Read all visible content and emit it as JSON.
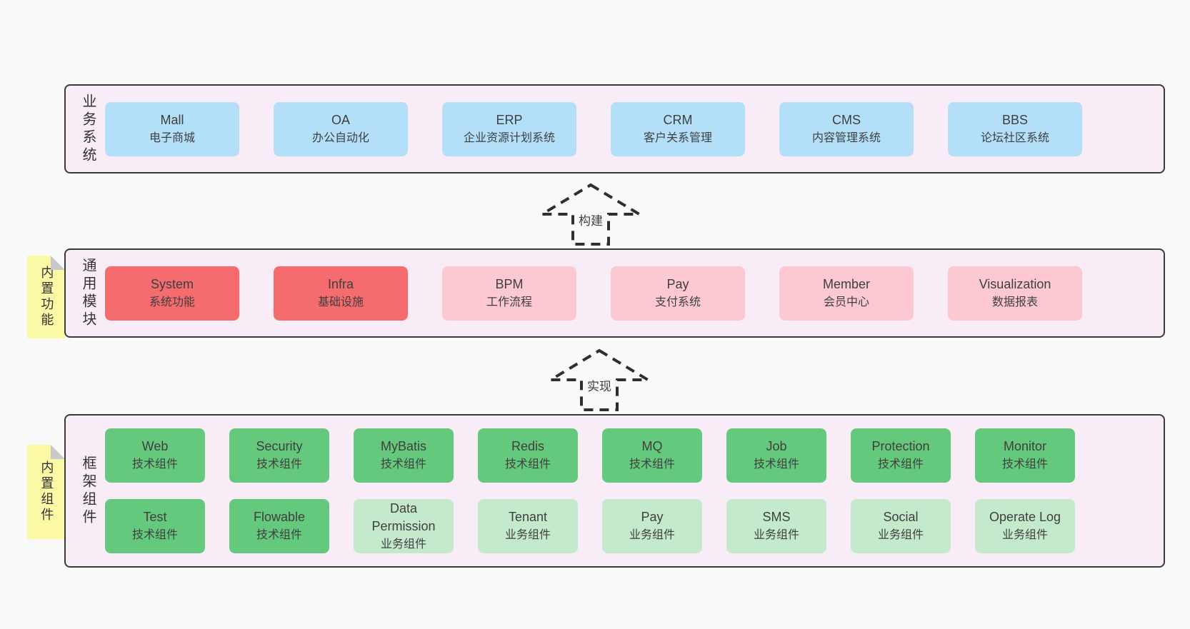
{
  "colors": {
    "page_bg": "#f9f9f9",
    "panel_bg": "#f8edf6",
    "panel_border": "#3a3a3a",
    "blue_box": "#b3e0f8",
    "red_box": "#f56c6f",
    "pink_box": "#fcc9d3",
    "green_box": "#65c97d",
    "light_green_box": "#c4e9cd",
    "note_bg": "#fbf9a5",
    "note_fold": "#c9c9c9",
    "text": "#3f3f3f"
  },
  "sections": {
    "business": {
      "label": "业务系统",
      "boxes": [
        {
          "title": "Mall",
          "subtitle": "电子商城",
          "variant": "blue"
        },
        {
          "title": "OA",
          "subtitle": "办公自动化",
          "variant": "blue"
        },
        {
          "title": "ERP",
          "subtitle": "企业资源计划系统",
          "variant": "blue"
        },
        {
          "title": "CRM",
          "subtitle": "客户关系管理",
          "variant": "blue"
        },
        {
          "title": "CMS",
          "subtitle": "内容管理系统",
          "variant": "blue"
        },
        {
          "title": "BBS",
          "subtitle": "论坛社区系统",
          "variant": "blue"
        }
      ]
    },
    "modules": {
      "label": "通用模块",
      "note": "内置功能",
      "boxes": [
        {
          "title": "System",
          "subtitle": "系统功能",
          "variant": "red"
        },
        {
          "title": "Infra",
          "subtitle": "基础设施",
          "variant": "red"
        },
        {
          "title": "BPM",
          "subtitle": "工作流程",
          "variant": "pink"
        },
        {
          "title": "Pay",
          "subtitle": "支付系统",
          "variant": "pink"
        },
        {
          "title": "Member",
          "subtitle": "会员中心",
          "variant": "pink"
        },
        {
          "title": "Visualization",
          "subtitle": "数据报表",
          "variant": "pink"
        }
      ]
    },
    "framework": {
      "label": "框架组件",
      "note": "内置组件",
      "rows": [
        [
          {
            "title": "Web",
            "subtitle": "技术组件",
            "variant": "green"
          },
          {
            "title": "Security",
            "subtitle": "技术组件",
            "variant": "green"
          },
          {
            "title": "MyBatis",
            "subtitle": "技术组件",
            "variant": "green"
          },
          {
            "title": "Redis",
            "subtitle": "技术组件",
            "variant": "green"
          },
          {
            "title": "MQ",
            "subtitle": "技术组件",
            "variant": "green"
          },
          {
            "title": "Job",
            "subtitle": "技术组件",
            "variant": "green"
          },
          {
            "title": "Protection",
            "subtitle": "技术组件",
            "variant": "green"
          },
          {
            "title": "Monitor",
            "subtitle": "技术组件",
            "variant": "green"
          }
        ],
        [
          {
            "title": "Test",
            "subtitle": "技术组件",
            "variant": "green"
          },
          {
            "title": "Flowable",
            "subtitle": "技术组件",
            "variant": "green"
          },
          {
            "title": "Data Permission",
            "subtitle": "业务组件",
            "variant": "light-green"
          },
          {
            "title": "Tenant",
            "subtitle": "业务组件",
            "variant": "light-green"
          },
          {
            "title": "Pay",
            "subtitle": "业务组件",
            "variant": "light-green"
          },
          {
            "title": "SMS",
            "subtitle": "业务组件",
            "variant": "light-green"
          },
          {
            "title": "Social",
            "subtitle": "业务组件",
            "variant": "light-green"
          },
          {
            "title": "Operate Log",
            "subtitle": "业务组件",
            "variant": "light-green"
          }
        ]
      ]
    }
  },
  "arrows": {
    "build": {
      "label": "构建"
    },
    "implement": {
      "label": "实现"
    }
  }
}
